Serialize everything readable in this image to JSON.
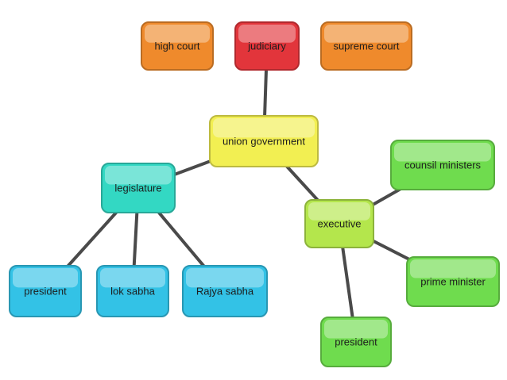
{
  "diagram": {
    "nodes": [
      {
        "id": "high_court",
        "label": "high court",
        "color": "#ef8a2c"
      },
      {
        "id": "judiciary",
        "label": "judiciary",
        "color": "#e2353b"
      },
      {
        "id": "supreme_court",
        "label": "supreme court",
        "color": "#ef8a2c"
      },
      {
        "id": "union_government",
        "label": "union government",
        "color": "#f2ef52"
      },
      {
        "id": "legislature",
        "label": "legislature",
        "color": "#33d8c3"
      },
      {
        "id": "executive",
        "label": "executive",
        "color": "#b4e64c"
      },
      {
        "id": "counsil_ministers",
        "label": "counsil ministers",
        "color": "#6fdc4e"
      },
      {
        "id": "prime_minister",
        "label": "prime minister",
        "color": "#6fdc4e"
      },
      {
        "id": "president_exec",
        "label": "president",
        "color": "#6fdc4e"
      },
      {
        "id": "president_leg",
        "label": "president",
        "color": "#33c2e6"
      },
      {
        "id": "lok_sabha",
        "label": "lok sabha",
        "color": "#33c2e6"
      },
      {
        "id": "rajya_sabha",
        "label": "Rajya sabha",
        "color": "#33c2e6"
      }
    ],
    "edges": [
      [
        "judiciary",
        "union_government"
      ],
      [
        "union_government",
        "legislature"
      ],
      [
        "union_government",
        "executive"
      ],
      [
        "legislature",
        "president_leg"
      ],
      [
        "legislature",
        "lok_sabha"
      ],
      [
        "legislature",
        "rajya_sabha"
      ],
      [
        "executive",
        "counsil_ministers"
      ],
      [
        "executive",
        "prime_minister"
      ],
      [
        "executive",
        "president_exec"
      ]
    ]
  }
}
